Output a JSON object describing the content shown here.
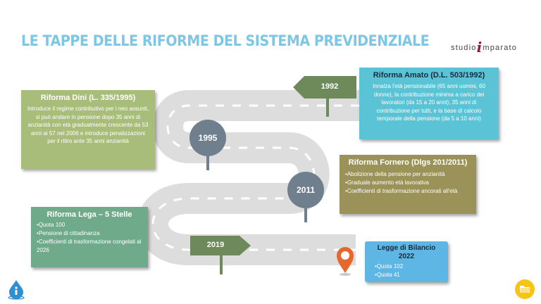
{
  "header": {
    "title": "LE TAPPE DELLE RIFORME DEL SISTEMA PREVIDENZIALE",
    "title_color": "#7cc6e6",
    "logo_prefix": "studio",
    "logo_i": "i",
    "logo_suffix": "mparato"
  },
  "years": {
    "y1992": "1992",
    "y1995": "1995",
    "y2011": "2011",
    "y2019": "2019"
  },
  "reforms": {
    "amato": {
      "title": "Riforma Amato (D.L. 503/1992)",
      "body": "Innalza l'età pensionabile (65 anni uomini, 60 donne), la contribuzione minima a carico dei lavoratori (da 15 a 20 anni), 35 anni di contribuzione per tutti, e la base di calcolo temporale della pensione (da 5 a 10 anni)",
      "color": "#5bc3d6"
    },
    "dini": {
      "title": "Riforma Dini (L. 335/1995)",
      "body": "Introduce il regime contributivo per i neo assunti, si può andare in pensione dopo 35 anni di anzianità con età gradualmente crescente da 53 anni ai 57 nel 2006 e introduce penalizzazioni per il ritiro ante 35 anni anzianità",
      "color": "#a9bd7a"
    },
    "fornero": {
      "title": "Riforma Fornero (Dlgs 201/2011)",
      "items": [
        "Abolizione della pensione per anzianità",
        "Graduale aumento età lavorativa",
        "Coefficienti di trasformazione ancorati all'età"
      ],
      "color": "#9a9258"
    },
    "lega": {
      "title": "Riforma Lega – 5 Stelle",
      "items": [
        "Quota 100",
        "Pensione di cittadinanza",
        "Coefficienti di trasformazione congelati al 2026"
      ],
      "color": "#6faa8b"
    },
    "bilancio": {
      "title": "Legge di Bilancio 2022",
      "items": [
        "Quota 102",
        "Quota 41"
      ],
      "color": "#5db6e4"
    }
  },
  "colors": {
    "road": "#dddddd",
    "road_lines": "#ffffff",
    "sign_green": "#6e8a5a",
    "circle": "#6f7f8e",
    "pin": "#e8672c"
  },
  "icons": {
    "info": "info-drop-icon",
    "folder": "folder-icon",
    "pin": "location-pin-icon"
  }
}
